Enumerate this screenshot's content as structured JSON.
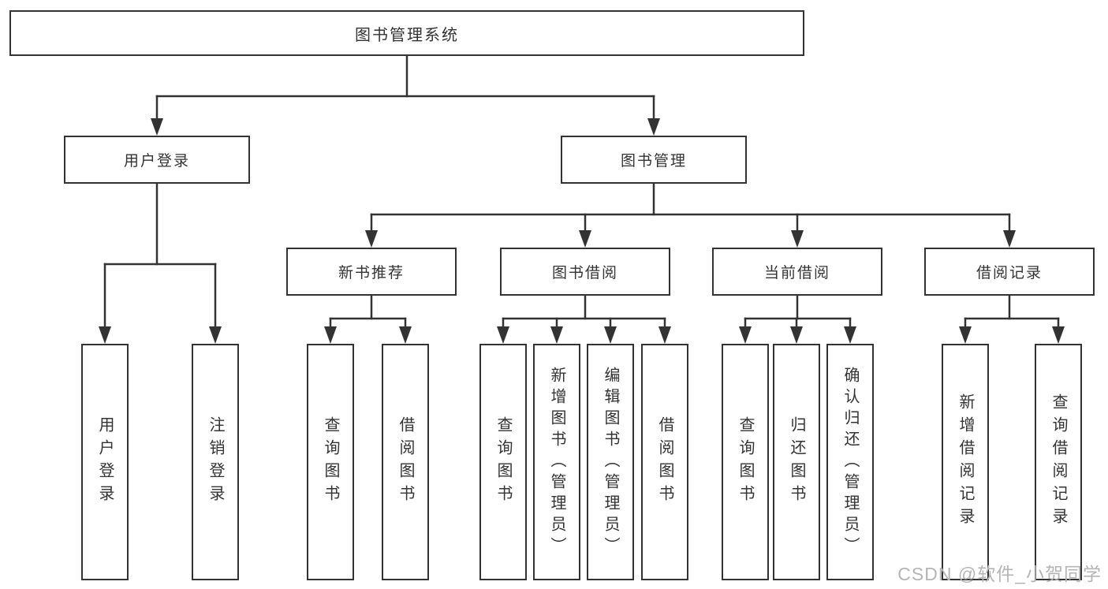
{
  "colors": {
    "line": "#333333",
    "box_border": "#333333",
    "box_background": "#ffffff",
    "page_background": "#ffffff",
    "watermark": "#b5b5b5"
  },
  "tree": {
    "root": {
      "label": "图书管理系统"
    },
    "children": [
      {
        "label": "用户登录",
        "children": [
          {
            "label": "用户登录"
          },
          {
            "label": "注销登录"
          }
        ]
      },
      {
        "label": "图书管理",
        "children": [
          {
            "label": "新书推荐",
            "children": [
              {
                "label": "查询图书"
              },
              {
                "label": "借阅图书"
              }
            ]
          },
          {
            "label": "图书借阅",
            "children": [
              {
                "label": "查询图书"
              },
              {
                "label": "新增图书（管理员）"
              },
              {
                "label": "编辑图书（管理员）"
              },
              {
                "label": "借阅图书"
              }
            ]
          },
          {
            "label": "当前借阅",
            "children": [
              {
                "label": "查询图书"
              },
              {
                "label": "归还图书"
              },
              {
                "label": "确认归还（管理员）"
              }
            ]
          },
          {
            "label": "借阅记录",
            "children": [
              {
                "label": "新增借阅记录"
              },
              {
                "label": "查询借阅记录"
              }
            ]
          }
        ]
      }
    ]
  },
  "watermark": {
    "text": "CSDN @软件_小贺同学"
  }
}
